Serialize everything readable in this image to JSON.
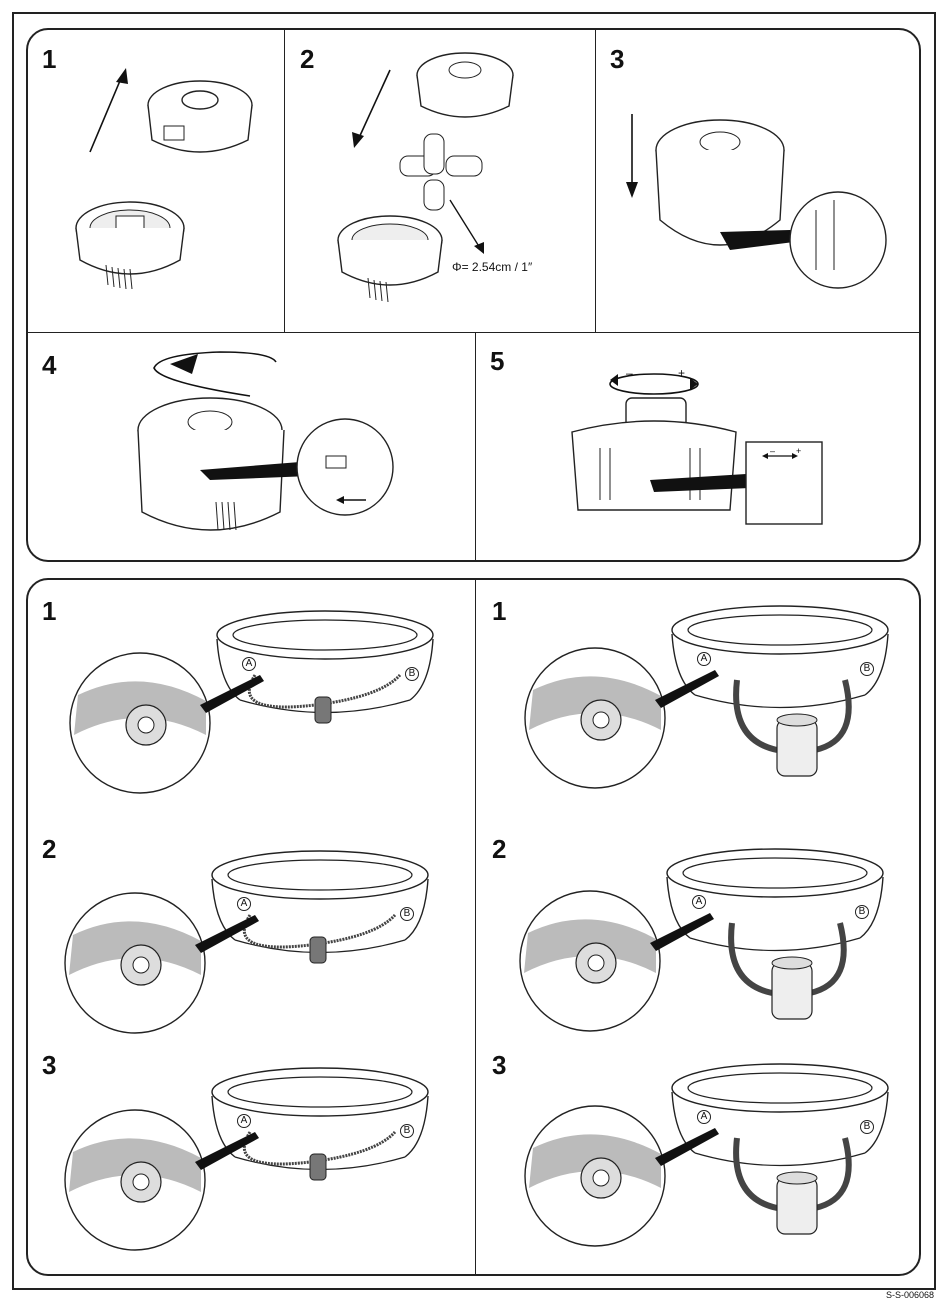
{
  "top_panel": {
    "steps": [
      {
        "number": "1"
      },
      {
        "number": "2",
        "dimension_label": "Φ= 2.54cm / 1″"
      },
      {
        "number": "3"
      },
      {
        "number": "4"
      },
      {
        "number": "5",
        "minus_label": "–",
        "plus_label": "+",
        "detail_minus": "–",
        "detail_plus": "+"
      }
    ]
  },
  "bottom_panel": {
    "left_column": [
      {
        "number": "1",
        "port_a": "A",
        "port_b": "B"
      },
      {
        "number": "2",
        "port_a": "A",
        "port_b": "B"
      },
      {
        "number": "3",
        "port_a": "A",
        "port_b": "B"
      }
    ],
    "right_column": [
      {
        "number": "1",
        "port_a": "A",
        "port_b": "B"
      },
      {
        "number": "2",
        "port_a": "A",
        "port_b": "B"
      },
      {
        "number": "3",
        "port_a": "A",
        "port_b": "B"
      }
    ]
  },
  "document_code": "S-S-006068"
}
